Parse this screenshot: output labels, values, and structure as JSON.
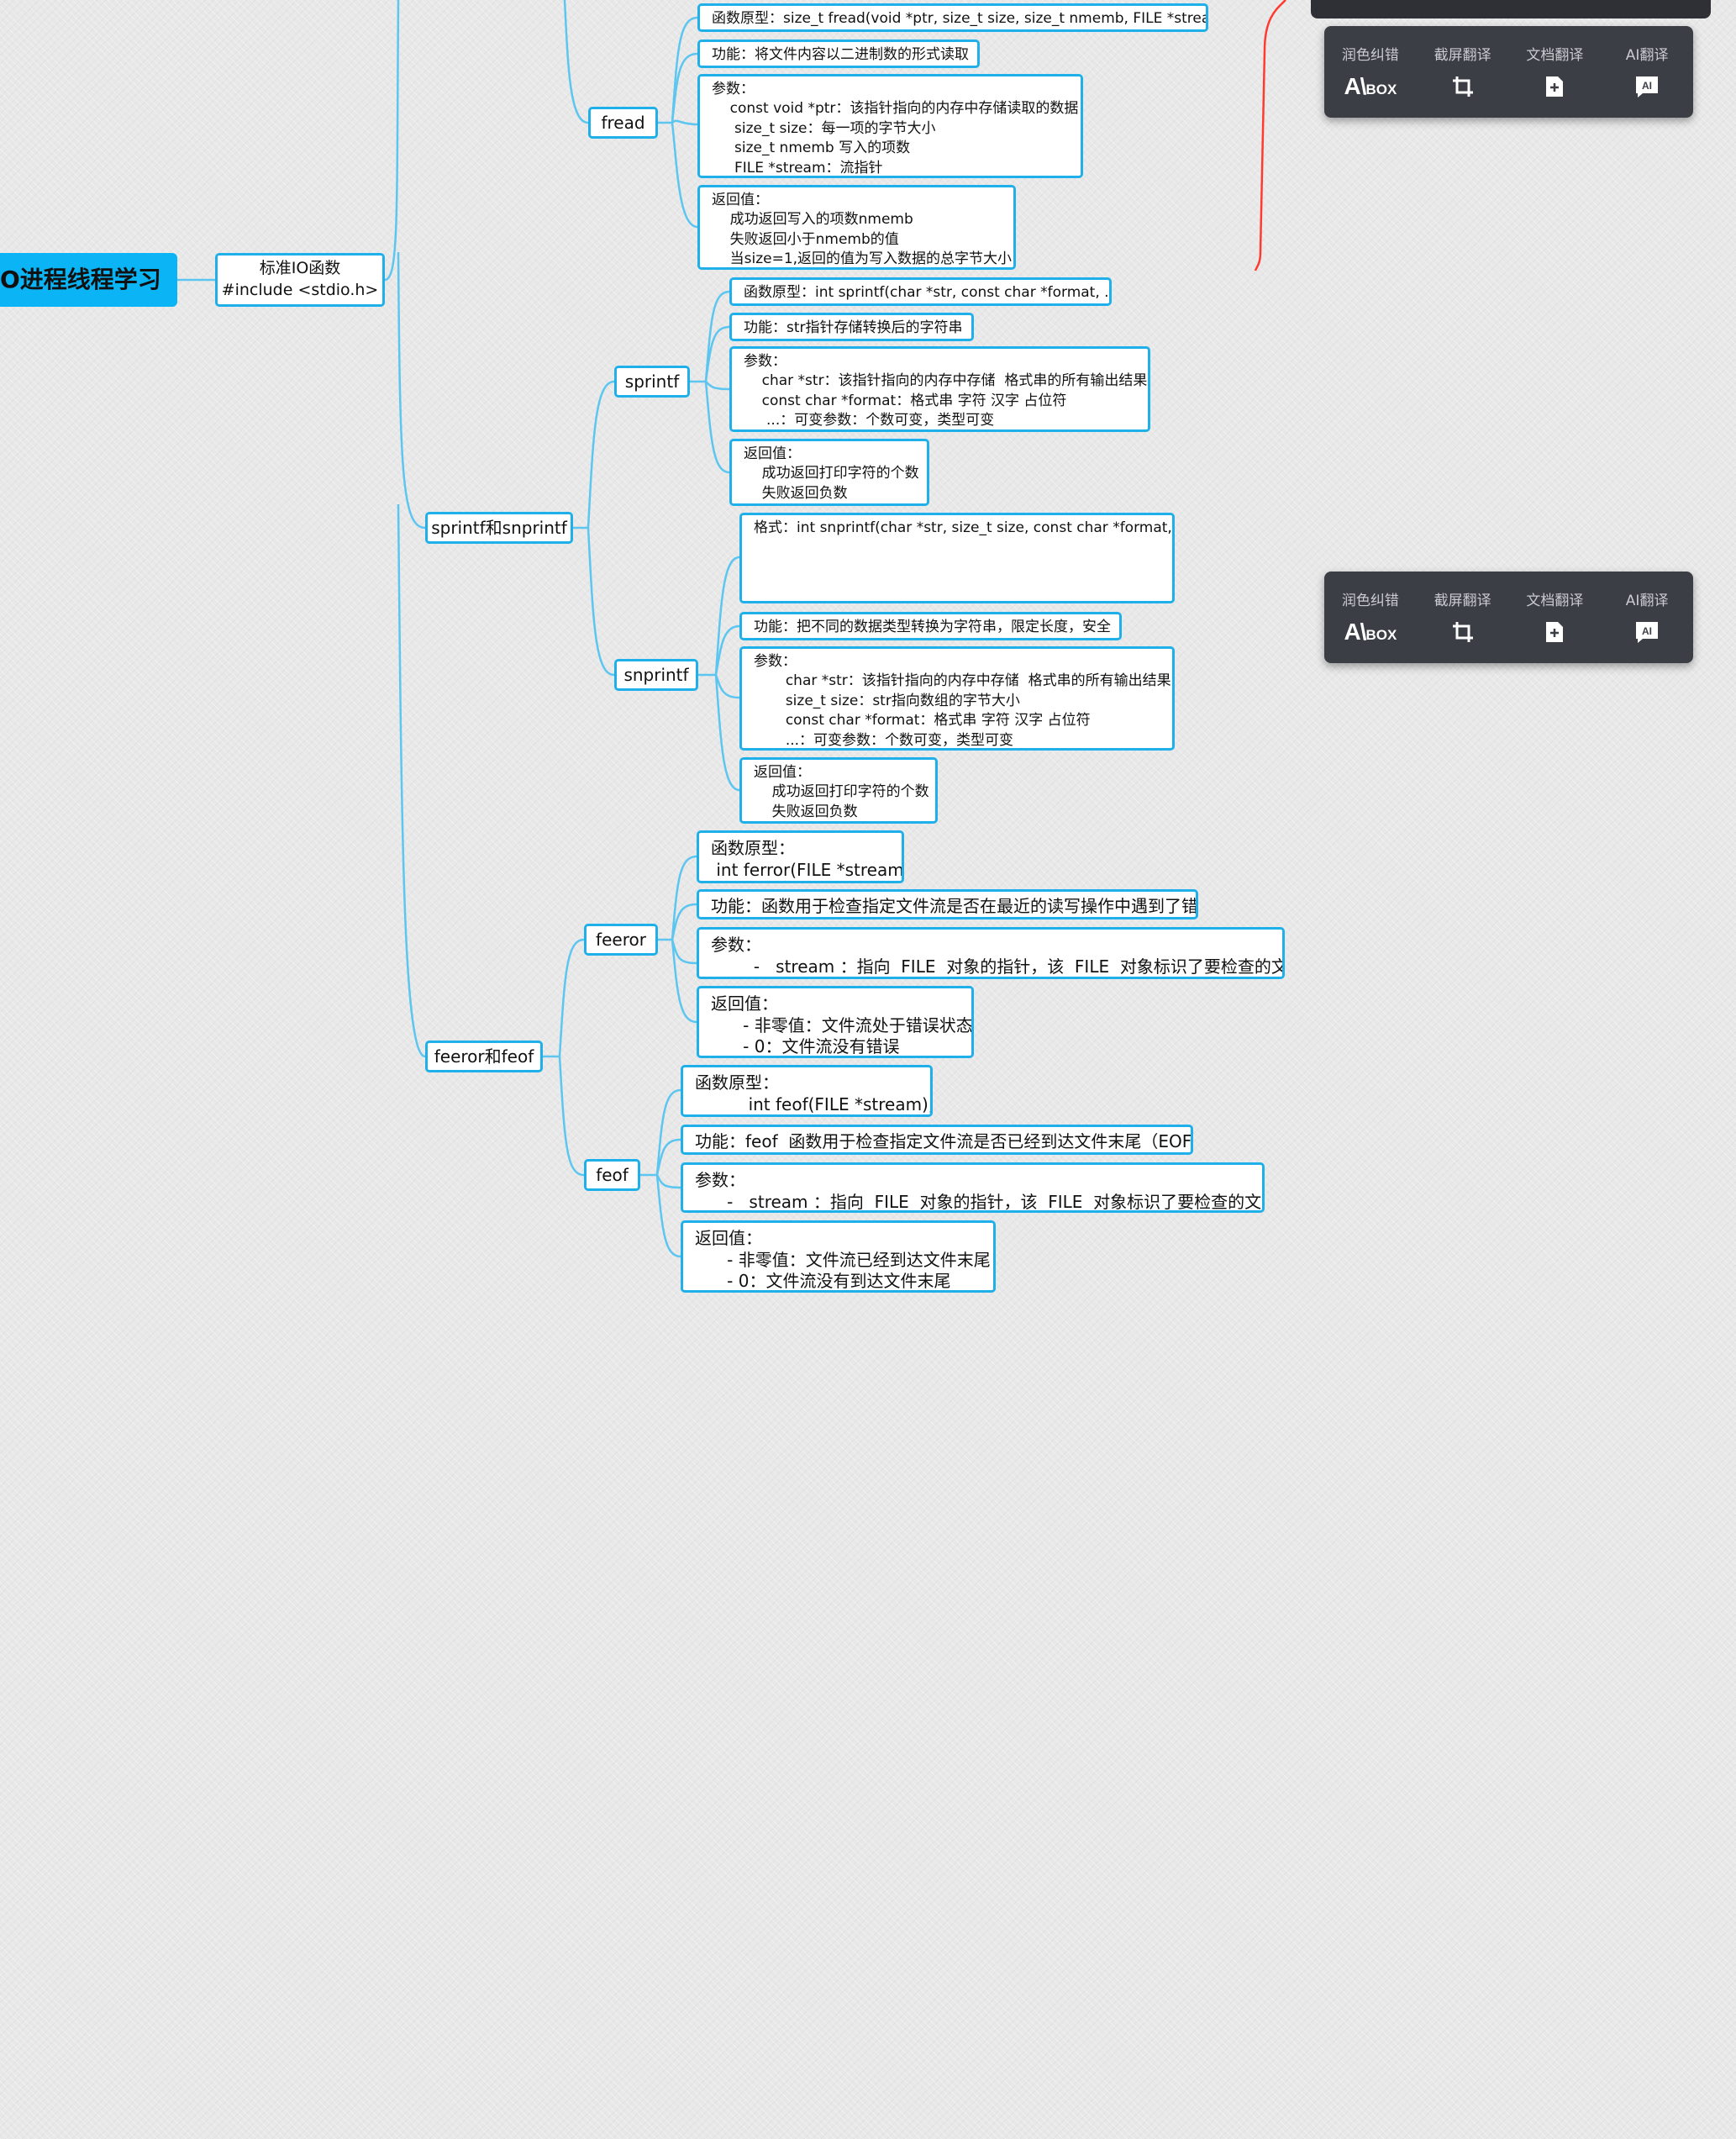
{
  "mindmap": {
    "root": "O进程线程学习",
    "std_io": "标准IO函数\n#include <stdio.h>",
    "branches": {
      "fread": "fread",
      "sprintf_snprintf": "sprintf和snprintf",
      "sprintf": "sprintf",
      "snprintf": "snprintf",
      "feeror_feof": "feeror和feof",
      "feeror": "feeror",
      "feof": "feof"
    },
    "fread_leaves": [
      "函数原型：size_t fread(void *ptr, size_t size, size_t nmemb, FILE *stream);",
      "功能：将文件内容以二进制数的形式读取",
      "参数：\n    const void *ptr：该指针指向的内存中存储读取的数据\n     size_t size：每一项的字节大小\n     size_t nmemb 写入的项数\n     FILE *stream：流指针",
      "返回值：\n    成功返回写入的项数nmemb\n    失败返回小于nmemb的值\n    当size=1,返回的值为写入数据的总字节大小"
    ],
    "sprintf_leaves": [
      "函数原型：int sprintf(char *str, const char *format, ...);",
      "功能：str指针存储转换后的字符串",
      "参数：\n    char *str：该指针指向的内存中存储  格式串的所有输出结果\n    const char *format：格式串 字符 汉字 占位符\n     ...：可变参数：个数可变，类型可变",
      "返回值：\n    成功返回打印字符的个数\n    失败返回负数"
    ],
    "snprintf_leaves": [
      "格式：int snprintf(char *str, size_t size, const char *format, ...);",
      "功能：把不同的数据类型转换为字符串，限定长度，安全",
      "参数：\n       char *str：该指针指向的内存中存储  格式串的所有输出结果\n       size_t size：str指向数组的字节大小\n       const char *format：格式串 字符 汉字 占位符\n       ...：可变参数：个数可变，类型可变",
      "返回值：\n    成功返回打印字符的个数\n    失败返回负数"
    ],
    "feeror_leaves": [
      "函数原型：\n int ferror(FILE *stream);",
      "功能：函数用于检查指定文件流是否在最近的读写操作中遇到了错误",
      "参数：\n        -   stream ：指向  FILE  对象的指针，该  FILE  对象标识了要检查的文件流",
      "返回值：\n      - 非零值：文件流处于错误状态\n      - 0：文件流没有错误"
    ],
    "feof_leaves": [
      "函数原型：\n          int feof(FILE *stream);",
      "功能：feof  函数用于检查指定文件流是否已经到达文件末尾（EOF）",
      "参数：\n      -   stream ：指向  FILE  对象的指针，该  FILE  对象标识了要检查的文件流",
      "返回值：\n      - 非零值：文件流已经到达文件末尾\n      - 0：文件流没有到达文件末尾"
    ]
  },
  "toolbar": {
    "items": [
      {
        "label": "润色纠错",
        "icon": "abox-logo-icon",
        "logo": "A\\",
        "logo_small": "BOX"
      },
      {
        "label": "截屏翻译",
        "icon": "crop-icon"
      },
      {
        "label": "文档翻译",
        "icon": "document-add-icon"
      },
      {
        "label": "AI翻译",
        "icon": "ai-translate-icon",
        "glyph": "AI"
      }
    ]
  },
  "colors": {
    "node_border": "#1fb0ea",
    "link": "#5cc6f0",
    "root_fill": "#0ab4f5",
    "red_link": "#ff3b30",
    "toolbar_bg": "#3b3e45"
  }
}
